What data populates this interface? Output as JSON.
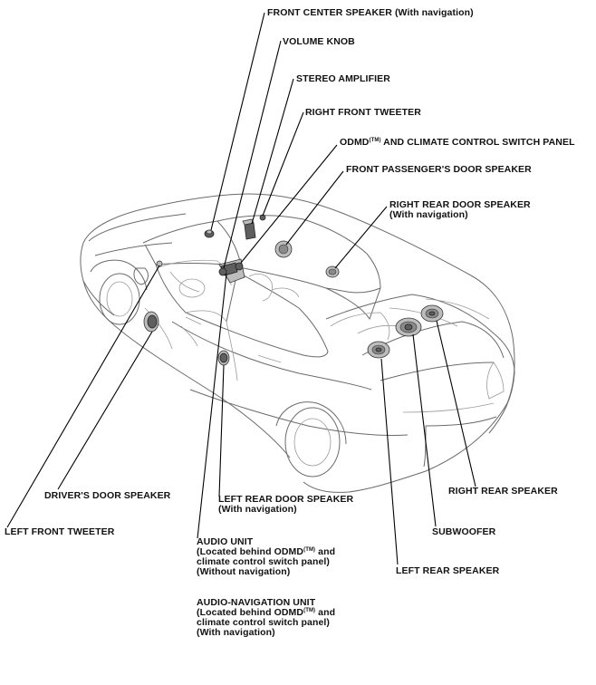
{
  "labels": {
    "front_center_speaker": "FRONT CENTER SPEAKER (With navigation)",
    "volume_knob": "VOLUME KNOB",
    "stereo_amplifier": "STEREO AMPLIFIER",
    "right_front_tweeter": "RIGHT FRONT TWEETER",
    "odmd_prefix": "ODMD",
    "odmd_tm": "(TM)",
    "odmd_suffix": " AND CLIMATE CONTROL SWITCH PANEL",
    "front_passenger_door_speaker": "FRONT PASSENGER'S DOOR SPEAKER",
    "right_rear_door_speaker": "RIGHT REAR DOOR SPEAKER",
    "right_rear_door_speaker_note": "(With navigation)",
    "drivers_door_speaker": "DRIVER'S DOOR SPEAKER",
    "left_rear_door_speaker": "LEFT REAR DOOR SPEAKER",
    "left_rear_door_speaker_note": "(With navigation)",
    "right_rear_speaker": "RIGHT REAR SPEAKER",
    "left_front_tweeter": "LEFT FRONT TWEETER",
    "subwoofer": "SUBWOOFER",
    "audio_unit_title": "AUDIO UNIT",
    "audio_unit_line1_prefix": "(Located behind ODMD",
    "audio_unit_tm": "(TM)",
    "audio_unit_line1_suffix": " and",
    "audio_unit_line2": "climate control switch panel)",
    "audio_unit_line3": "(Without navigation)",
    "left_rear_speaker": "LEFT REAR SPEAKER",
    "audio_nav_title": "AUDIO-NAVIGATION UNIT",
    "audio_nav_line1_prefix": "(Located behind ODMD",
    "audio_nav_tm": "(TM)",
    "audio_nav_line1_suffix": " and",
    "audio_nav_line2": "climate control switch panel)",
    "audio_nav_line3": "(With navigation)"
  }
}
